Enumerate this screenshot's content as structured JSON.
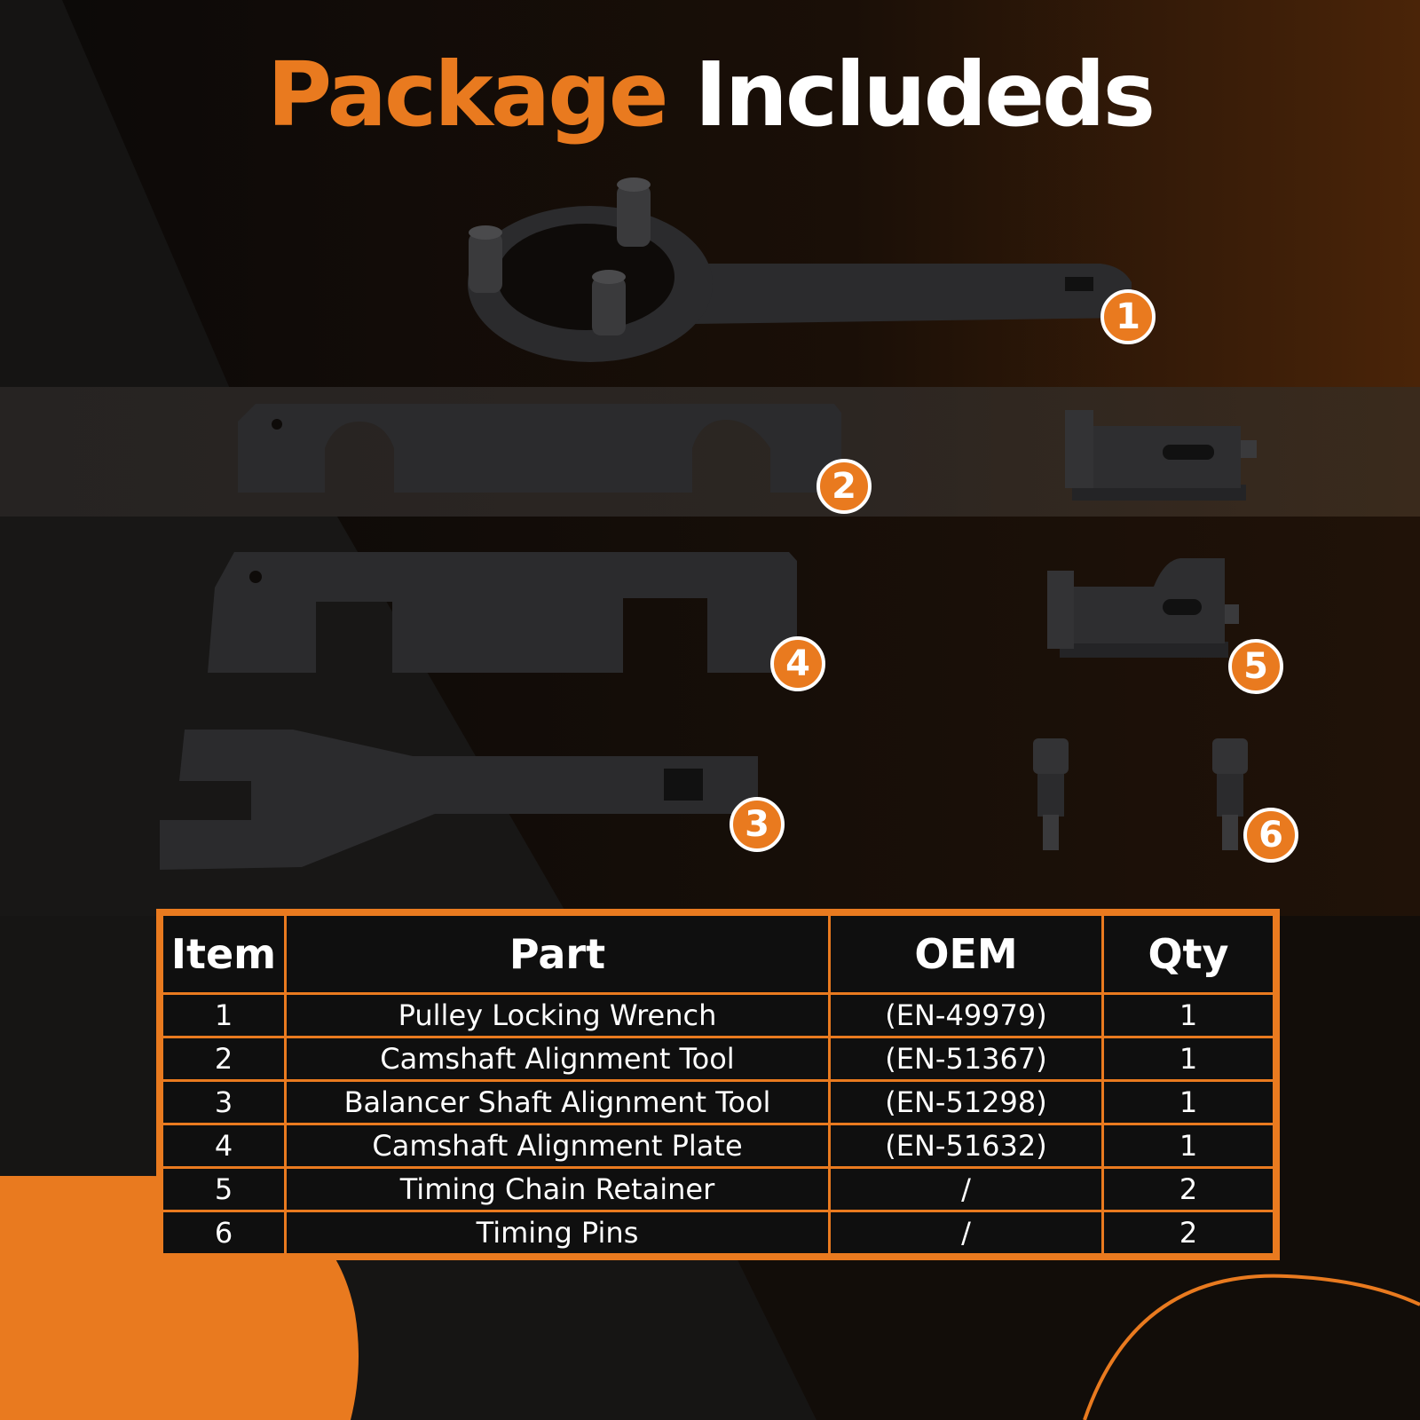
{
  "title": {
    "word1": "Package",
    "word2": "Includeds"
  },
  "colors": {
    "accent": "#e97a1f",
    "tool": "#2b2b2d",
    "background": "#0d0b0a",
    "text": "#ffffff"
  },
  "badges": [
    "1",
    "2",
    "3",
    "4",
    "5",
    "6"
  ],
  "table": {
    "headers": {
      "item": "Item",
      "part": "Part",
      "oem": "OEM",
      "qty": "Qty"
    },
    "rows": [
      {
        "item": "1",
        "part": "Pulley Locking Wrench",
        "oem": "(EN-49979)",
        "qty": "1"
      },
      {
        "item": "2",
        "part": "Camshaft Alignment Tool",
        "oem": "(EN-51367)",
        "qty": "1"
      },
      {
        "item": "3",
        "part": "Balancer Shaft Alignment Tool",
        "oem": "(EN-51298)",
        "qty": "1"
      },
      {
        "item": "4",
        "part": "Camshaft Alignment Plate",
        "oem": "(EN-51632)",
        "qty": "1"
      },
      {
        "item": "5",
        "part": "Timing Chain Retainer",
        "oem": "/",
        "qty": "2"
      },
      {
        "item": "6",
        "part": "Timing Pins",
        "oem": "/",
        "qty": "2"
      }
    ]
  }
}
